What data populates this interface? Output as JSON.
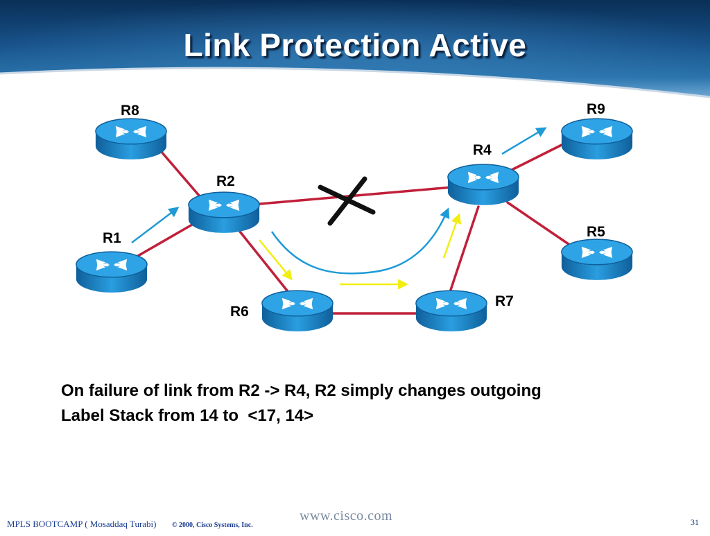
{
  "slide": {
    "title": "Link Protection Active",
    "caption_line1": "On failure of link from R2 -> R4, R2 simply changes outgoing",
    "caption_line2": "Label Stack from 14 to  <17, 14>"
  },
  "routers": {
    "r1": "R1",
    "r2": "R2",
    "r4": "R4",
    "r5": "R5",
    "r6": "R6",
    "r7": "R7",
    "r8": "R8",
    "r9": "R9"
  },
  "footer": {
    "left": "MPLS BOOTCAMP ( Mosaddaq Turabi)",
    "copyright": "© 2000, Cisco Systems, Inc.",
    "url": "www.cisco.com",
    "page": "31"
  },
  "colors": {
    "link": "#c0203a",
    "original_path_arrow": "#1e9ad6",
    "backup_path_arrow": "#f2ee10",
    "router_body": "#1e8fd0",
    "banner": "#0d3f73"
  }
}
